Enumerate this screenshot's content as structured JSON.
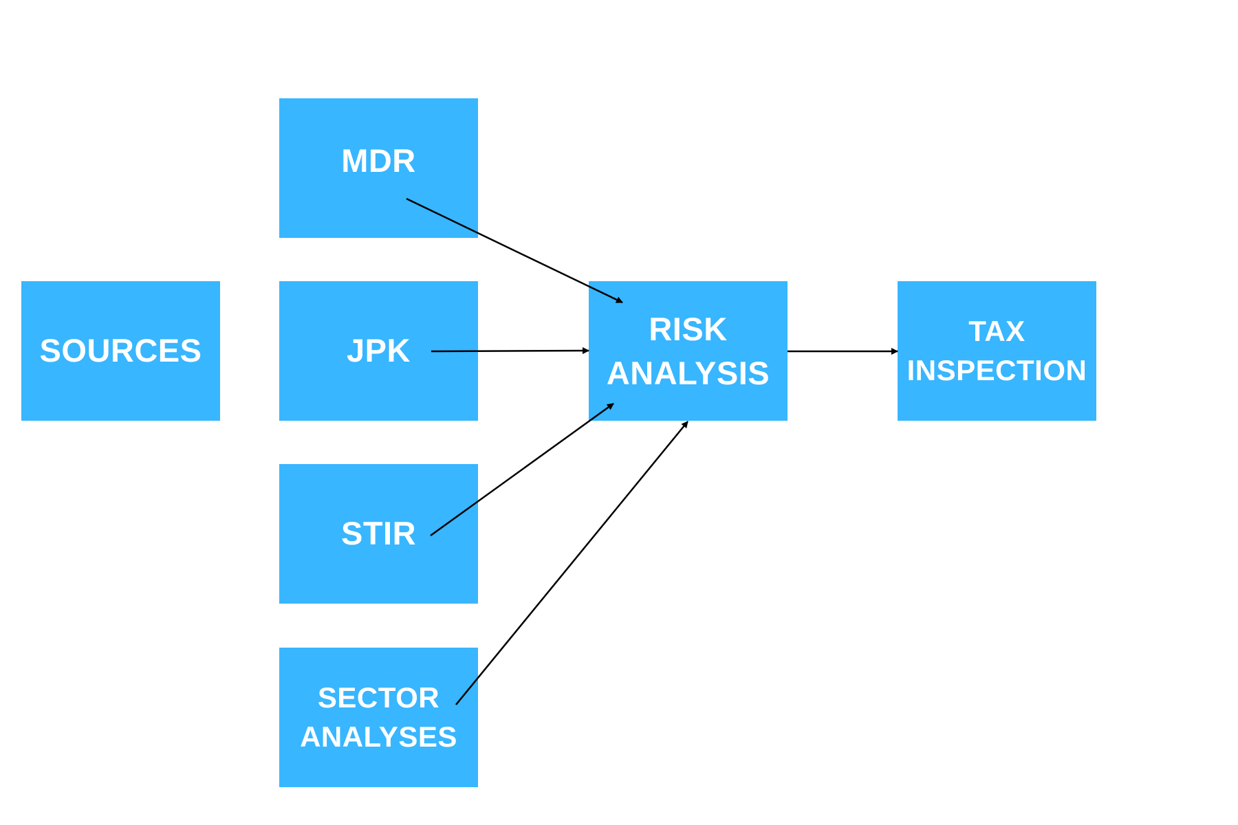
{
  "nodes": {
    "sources": "SOURCES",
    "mdr": "MDR",
    "jpk": "JPK",
    "stir": "STIR",
    "sector_analyses": "SECTOR\nANALYSES",
    "risk_analysis": "RISK\nANALYSIS",
    "tax_inspection": "TAX\nINSPECTION"
  },
  "edges": [
    {
      "from": "mdr",
      "to": "risk_analysis"
    },
    {
      "from": "jpk",
      "to": "risk_analysis"
    },
    {
      "from": "stir",
      "to": "risk_analysis"
    },
    {
      "from": "sector_analyses",
      "to": "risk_analysis"
    },
    {
      "from": "risk_analysis",
      "to": "tax_inspection"
    }
  ],
  "colors": {
    "box_fill": "#38b6ff",
    "box_text": "#ffffff",
    "arrow": "#000000"
  }
}
